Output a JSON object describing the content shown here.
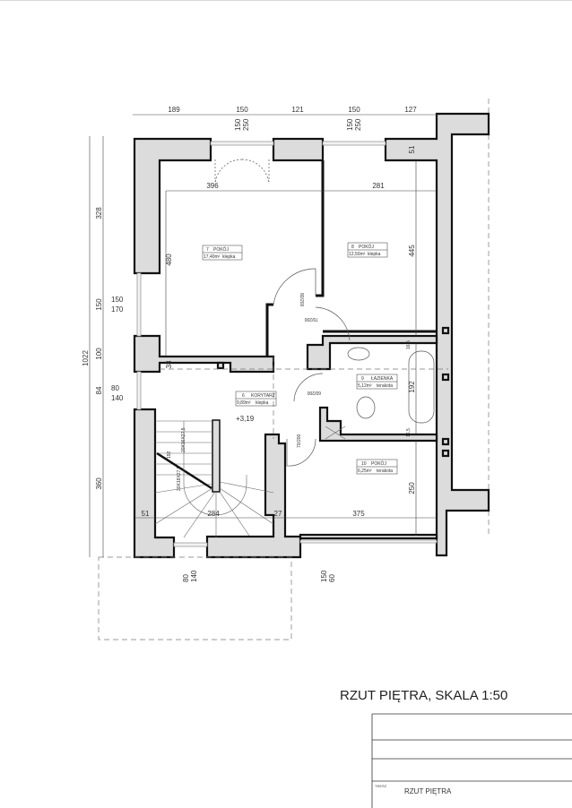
{
  "drawing_title": "RZUT PIĘTRA, SKALA 1:50",
  "title_block": {
    "label": "TREŚĆ",
    "content": "RZUT PIĘTRA"
  },
  "top_dimensions": [
    "189",
    "150",
    "121",
    "150",
    "127"
  ],
  "window_labels_top": [
    {
      "w": "150",
      "h": "250"
    },
    {
      "w": "150",
      "h": "250"
    }
  ],
  "left_dimensions": {
    "total": "1022",
    "segments": [
      "328",
      "150",
      "100",
      "84",
      "360"
    ]
  },
  "left_window_labels": [
    {
      "w": "150",
      "h": "170"
    },
    {
      "w": "80",
      "h": "140"
    }
  ],
  "bottom_window_labels": [
    {
      "w": "80",
      "h": "140"
    },
    {
      "w": "150",
      "h": "60"
    }
  ],
  "inner_dimensions": {
    "room7_width": "396",
    "room7_height": "480",
    "room8_width": "281",
    "room8_height": "445",
    "top_wall": "51",
    "partition": "38",
    "bath_height": "192",
    "room10_height": "250",
    "room10_width": "375",
    "stair_width": "284",
    "stair_wall": "51",
    "wall_27": "27",
    "bath_wall_top": "16,5",
    "bath_wall_bottom": "16,5",
    "stair_rail": "192"
  },
  "doors": [
    "80/200",
    "70/200",
    "60/200",
    "70/200"
  ],
  "stairs": {
    "upper": "20X16X27,5",
    "lower": "20X18X27,5",
    "level": "+3,19"
  },
  "rooms": [
    {
      "no": "7",
      "name": "POKÓJ",
      "area": "17,40m²",
      "floor": "klepka"
    },
    {
      "no": "8",
      "name": "POKÓJ",
      "area": "12,50m²",
      "floor": "klepka"
    },
    {
      "no": "6",
      "name": "KORYTARZ",
      "area": "9,89m²",
      "floor": "klepka"
    },
    {
      "no": "9",
      "name": "ŁAZIENKA",
      "area": "5,12m²",
      "floor": "terakota"
    },
    {
      "no": "10",
      "name": "POKÓJ",
      "area": "6,25m²",
      "floor": "terakota"
    }
  ]
}
